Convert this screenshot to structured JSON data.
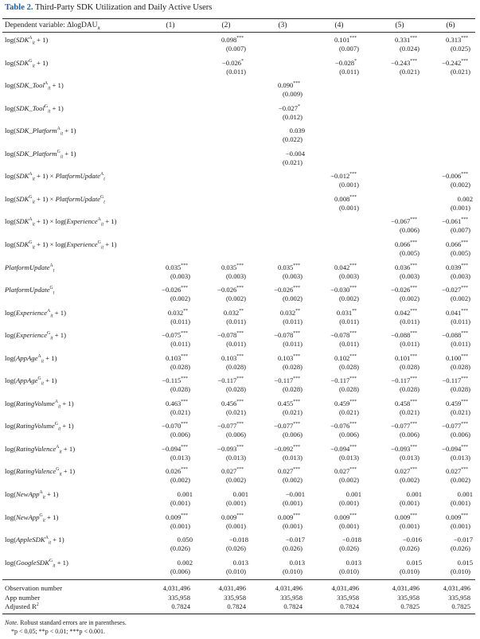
{
  "caption": {
    "label": "Table 2.",
    "title": "Third-Party SDK Utilization and Daily Active Users"
  },
  "header": {
    "dep_var": "Dependent variable: ΔlogDAU",
    "dep_var_sub": "it",
    "columns": [
      "(1)",
      "(2)",
      "(3)",
      "(4)",
      "(5)",
      "(6)"
    ]
  },
  "rows": [
    {
      "label": {
        "pre": "log(",
        "it": "SDK",
        "sup": "A",
        "sub": "it",
        "post": " + 1)"
      },
      "cells": [
        null,
        [
          "0.098***",
          "(0.007)"
        ],
        null,
        [
          "0.101***",
          "(0.007)"
        ],
        [
          "0.331***",
          "(0.024)"
        ],
        [
          "0.313***",
          "(0.025)"
        ]
      ]
    },
    {
      "label": {
        "pre": "log(",
        "it": "SDK",
        "sup": "G",
        "sub": "it",
        "post": " + 1)"
      },
      "cells": [
        null,
        [
          "−0.026*",
          "(0.011)"
        ],
        null,
        [
          "−0.028*",
          "(0.011)"
        ],
        [
          "−0.243***",
          "(0.021)"
        ],
        [
          "−0.242***",
          "(0.021)"
        ]
      ]
    },
    {
      "label": {
        "pre": "log(",
        "it": "SDK_Tool",
        "sup": "A",
        "sub": "it",
        "post": " + 1)"
      },
      "cells": [
        null,
        null,
        [
          "0.090***",
          "(0.009)"
        ],
        null,
        null,
        null
      ]
    },
    {
      "label": {
        "pre": "log(",
        "it": "SDK_Tool",
        "sup": "G",
        "sub": "it",
        "post": " + 1)"
      },
      "cells": [
        null,
        null,
        [
          "−0.027*",
          "(0.012)"
        ],
        null,
        null,
        null
      ]
    },
    {
      "label": {
        "pre": "log(",
        "it": "SDK_Platform",
        "sup": "A",
        "sub": "it",
        "post": " + 1)"
      },
      "cells": [
        null,
        null,
        [
          "0.039",
          "(0.022)"
        ],
        null,
        null,
        null
      ]
    },
    {
      "label": {
        "pre": "log(",
        "it": "SDK_Platform",
        "sup": "G",
        "sub": "it",
        "post": " + 1)"
      },
      "cells": [
        null,
        null,
        [
          "−0.004",
          "(0.021)"
        ],
        null,
        null,
        null
      ]
    },
    {
      "label": {
        "pre": "log(",
        "it": "SDK",
        "sup": "A",
        "sub": "it",
        "post": " + 1) × ",
        "it2": "PlatformUpdate",
        "sup2": "A",
        "sub2": "t"
      },
      "cells": [
        null,
        null,
        null,
        [
          "−0.012***",
          "(0.001)"
        ],
        null,
        [
          "−0.006***",
          "(0.002)"
        ]
      ]
    },
    {
      "label": {
        "pre": "log(",
        "it": "SDK",
        "sup": "G",
        "sub": "it",
        "post": " + 1) × ",
        "it2": "PlatformUpdate",
        "sup2": "G",
        "sub2": "t"
      },
      "cells": [
        null,
        null,
        null,
        [
          "0.008***",
          "(0.001)"
        ],
        null,
        [
          "0.002",
          "(0.001)"
        ]
      ]
    },
    {
      "label": {
        "pre": "log(",
        "it": "SDK",
        "sup": "A",
        "sub": "it",
        "post": " + 1) × log(",
        "it2": "Experience",
        "sup2": "A",
        "sub2": "it",
        "post2": " + 1)"
      },
      "cells": [
        null,
        null,
        null,
        null,
        [
          "−0.067***",
          "(0.006)"
        ],
        [
          "−0.061***",
          "(0.007)"
        ]
      ]
    },
    {
      "label": {
        "pre": "log(",
        "it": "SDK",
        "sup": "G",
        "sub": "it",
        "post": " + 1) × log(",
        "it2": "Experience",
        "sup2": "G",
        "sub2": "it",
        "post2": " + 1)"
      },
      "cells": [
        null,
        null,
        null,
        null,
        [
          "0.066***",
          "(0.005)"
        ],
        [
          "0.066***",
          "(0.005)"
        ]
      ]
    },
    {
      "label": {
        "pre": "",
        "it": "PlatformUpdate",
        "sup": "A",
        "sub": "t",
        "post": ""
      },
      "cells": [
        [
          "0.035***",
          "(0.003)"
        ],
        [
          "0.035***",
          "(0.003)"
        ],
        [
          "0.035***",
          "(0.003)"
        ],
        [
          "0.042***",
          "(0.003)"
        ],
        [
          "0.036***",
          "(0.003)"
        ],
        [
          "0.039***",
          "(0.003)"
        ]
      ]
    },
    {
      "label": {
        "pre": "",
        "it": "PlatformUpdate",
        "sup": "G",
        "sub": "t",
        "post": ""
      },
      "cells": [
        [
          "−0.026***",
          "(0.002)"
        ],
        [
          "−0.026***",
          "(0.002)"
        ],
        [
          "−0.026***",
          "(0.002)"
        ],
        [
          "−0.030***",
          "(0.002)"
        ],
        [
          "−0.026***",
          "(0.002)"
        ],
        [
          "−0.027***",
          "(0.002)"
        ]
      ]
    },
    {
      "label": {
        "pre": "log(",
        "it": "Experience",
        "sup": "A",
        "sub": "it",
        "post": " + 1)"
      },
      "cells": [
        [
          "0.032**",
          "(0.011)"
        ],
        [
          "0.032**",
          "(0.011)"
        ],
        [
          "0.032**",
          "(0.011)"
        ],
        [
          "0.031**",
          "(0.011)"
        ],
        [
          "0.042***",
          "(0.011)"
        ],
        [
          "0.041***",
          "(0.011)"
        ]
      ]
    },
    {
      "label": {
        "pre": "log(",
        "it": "Experience",
        "sup": "G",
        "sub": "it",
        "post": " + 1)"
      },
      "cells": [
        [
          "−0.075***",
          "(0.011)"
        ],
        [
          "−0.078***",
          "(0.011)"
        ],
        [
          "−0.078***",
          "(0.011)"
        ],
        [
          "−0.078***",
          "(0.011)"
        ],
        [
          "−0.088***",
          "(0.011)"
        ],
        [
          "−0.088***",
          "(0.011)"
        ]
      ]
    },
    {
      "label": {
        "pre": "log(",
        "it": "AppAge",
        "sup": "A",
        "sub": "it",
        "post": " + 1)"
      },
      "cells": [
        [
          "0.103***",
          "(0.028)"
        ],
        [
          "0.103***",
          "(0.028)"
        ],
        [
          "0.103***",
          "(0.028)"
        ],
        [
          "0.102***",
          "(0.028)"
        ],
        [
          "0.101***",
          "(0.028)"
        ],
        [
          "0.100***",
          "(0.028)"
        ]
      ]
    },
    {
      "label": {
        "pre": "log(",
        "it": "AppAge",
        "sup": "G",
        "sub": "it",
        "post": " + 1)"
      },
      "cells": [
        [
          "−0.115***",
          "(0.028)"
        ],
        [
          "−0.117***",
          "(0.028)"
        ],
        [
          "−0.117***",
          "(0.028)"
        ],
        [
          "−0.117***",
          "(0.028)"
        ],
        [
          "−0.117***",
          "(0.028)"
        ],
        [
          "−0.117***",
          "(0.028)"
        ]
      ]
    },
    {
      "label": {
        "pre": "log(",
        "it": "RatingVolume",
        "sup": "A",
        "sub": "it",
        "post": " + 1)"
      },
      "cells": [
        [
          "0.463***",
          "(0.021)"
        ],
        [
          "0.456***",
          "(0.021)"
        ],
        [
          "0.455***",
          "(0.021)"
        ],
        [
          "0.459***",
          "(0.021)"
        ],
        [
          "0.458***",
          "(0.021)"
        ],
        [
          "0.459***",
          "(0.021)"
        ]
      ]
    },
    {
      "label": {
        "pre": "log(",
        "it": "RatingVolume",
        "sup": "G",
        "sub": "it",
        "post": " + 1)"
      },
      "cells": [
        [
          "−0.070***",
          "(0.006)"
        ],
        [
          "−0.077***",
          "(0.006)"
        ],
        [
          "−0.077***",
          "(0.006)"
        ],
        [
          "−0.076***",
          "(0.006)"
        ],
        [
          "−0.077***",
          "(0.006)"
        ],
        [
          "−0.077***",
          "(0.006)"
        ]
      ]
    },
    {
      "label": {
        "pre": "log(",
        "it": "RatingValence",
        "sup": "A",
        "sub": "it",
        "post": " + 1)"
      },
      "cells": [
        [
          "−0.094***",
          "(0.013)"
        ],
        [
          "−0.093***",
          "(0.013)"
        ],
        [
          "−0.092***",
          "(0.013)"
        ],
        [
          "−0.094***",
          "(0.013)"
        ],
        [
          "−0.093***",
          "(0.013)"
        ],
        [
          "−0.094***",
          "(0.013)"
        ]
      ]
    },
    {
      "label": {
        "pre": "log(",
        "it": "RatingValence",
        "sup": "G",
        "sub": "it",
        "post": " + 1)"
      },
      "cells": [
        [
          "0.026***",
          "(0.002)"
        ],
        [
          "0.027***",
          "(0.002)"
        ],
        [
          "0.027***",
          "(0.002)"
        ],
        [
          "0.027***",
          "(0.002)"
        ],
        [
          "0.027***",
          "(0.002)"
        ],
        [
          "0.027***",
          "(0.002)"
        ]
      ]
    },
    {
      "label": {
        "pre": "log(",
        "it": "NewApp",
        "sup": "A",
        "sub": "it",
        "post": " + 1)"
      },
      "cells": [
        [
          "0.001",
          "(0.001)"
        ],
        [
          "0.001",
          "(0.001)"
        ],
        [
          "−0.001",
          "(0.001)"
        ],
        [
          "0.001",
          "(0.001)"
        ],
        [
          "0.001",
          "(0.001)"
        ],
        [
          "0.001",
          "(0.001)"
        ]
      ]
    },
    {
      "label": {
        "pre": "log(",
        "it": "NewApp",
        "sup": "G",
        "sub": "it",
        "post": " + 1)"
      },
      "cells": [
        [
          "0.009***",
          "(0.001)"
        ],
        [
          "0.009***",
          "(0.001)"
        ],
        [
          "0.009***",
          "(0.001)"
        ],
        [
          "0.009***",
          "(0.001)"
        ],
        [
          "0.009***",
          "(0.001)"
        ],
        [
          "0.009***",
          "(0.001)"
        ]
      ]
    },
    {
      "label": {
        "pre": "log(",
        "it": "AppleSDK",
        "sup": "A",
        "sub": "it",
        "post": " + 1)"
      },
      "cells": [
        [
          "0.050",
          "(0.026)"
        ],
        [
          "−0.018",
          "(0.026)"
        ],
        [
          "−0.017",
          "(0.026)"
        ],
        [
          "−0.018",
          "(0.026)"
        ],
        [
          "−0.016",
          "(0.026)"
        ],
        [
          "−0.017",
          "(0.026)"
        ]
      ]
    },
    {
      "label": {
        "pre": "log(",
        "it": "GoogleSDK",
        "sup": "G",
        "sub": "it",
        "post": " + 1)"
      },
      "cells": [
        [
          "0.002",
          "(0.006)"
        ],
        [
          "0.013",
          "(0.010)"
        ],
        [
          "0.013",
          "(0.010)"
        ],
        [
          "0.013",
          "(0.010)"
        ],
        [
          "0.015",
          "(0.010)"
        ],
        [
          "0.015",
          "(0.010)"
        ]
      ]
    }
  ],
  "stats": [
    {
      "label": "Observation number",
      "values": [
        "4,031,496",
        "4,031,496",
        "4,031,496",
        "4,031,496",
        "4,031,496",
        "4,031,496"
      ]
    },
    {
      "label": "App number",
      "values": [
        "335,958",
        "335,958",
        "335,958",
        "335,958",
        "335,958",
        "335,958"
      ]
    },
    {
      "label": "Adjusted R",
      "sup": "2",
      "values": [
        "0.7824",
        "0.7824",
        "0.7824",
        "0.7824",
        "0.7825",
        "0.7825"
      ]
    }
  ],
  "note": {
    "label": "Note.",
    "text": " Robust standard errors are in parentheses.",
    "sig": "*p < 0.05; **p < 0.01; ***p < 0.001."
  }
}
